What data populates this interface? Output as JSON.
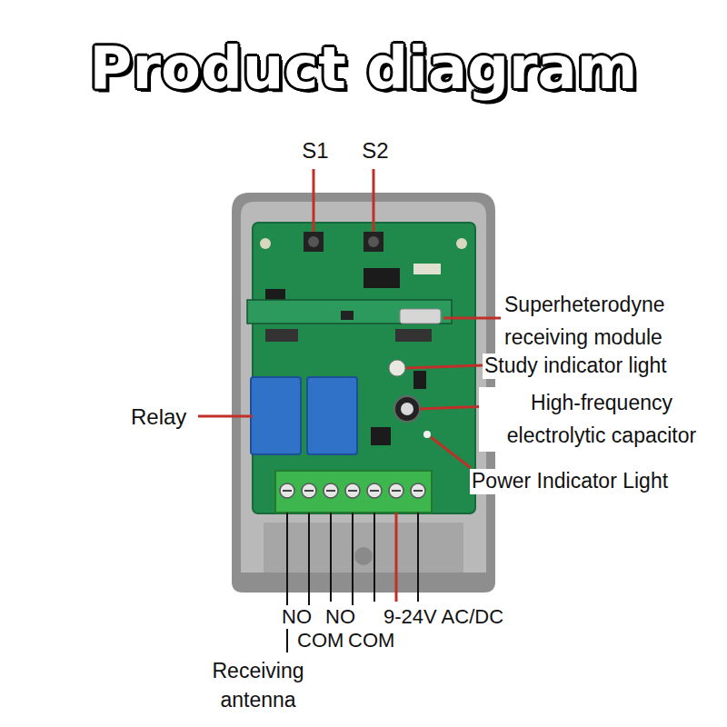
{
  "diagram": {
    "title": "Product diagram",
    "labels": [
      "S1",
      "S2",
      "Superheterodyne receiving module",
      "Study indicator light",
      "High-frequency electrolytic capacitor",
      "Relay",
      "Power Indicator Light",
      "NO",
      "COM",
      "NO",
      "COM",
      "9-24V AC/DC",
      "Receiving antenna"
    ]
  }
}
